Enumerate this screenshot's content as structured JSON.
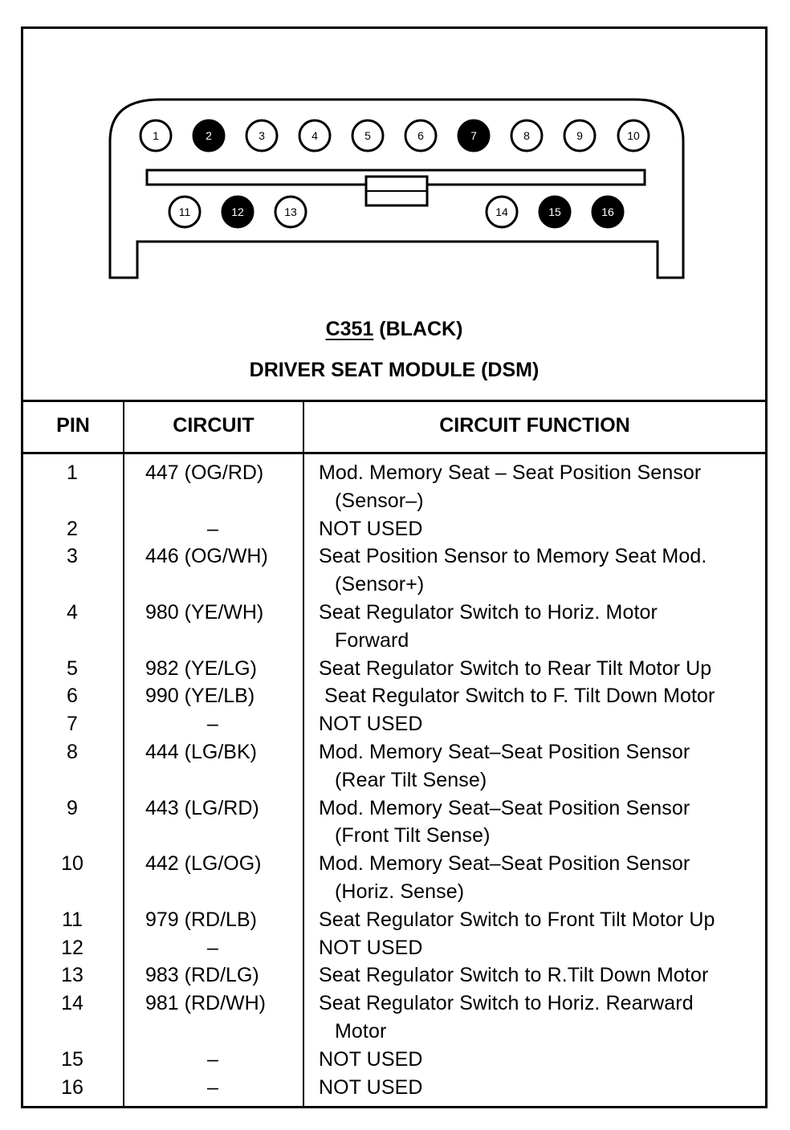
{
  "connector": {
    "name": "C351",
    "color_label": "(BLACK)",
    "module": "DRIVER SEAT MODULE (DSM)",
    "top_pins": [
      {
        "label": "1",
        "filled": false
      },
      {
        "label": "2",
        "filled": true
      },
      {
        "label": "3",
        "filled": false
      },
      {
        "label": "4",
        "filled": false
      },
      {
        "label": "5",
        "filled": false
      },
      {
        "label": "6",
        "filled": false
      },
      {
        "label": "7",
        "filled": true
      },
      {
        "label": "8",
        "filled": false
      },
      {
        "label": "9",
        "filled": false
      },
      {
        "label": "10",
        "filled": false
      }
    ],
    "bottom_pins": [
      {
        "label": "11",
        "filled": false
      },
      {
        "label": "12",
        "filled": true
      },
      {
        "label": "13",
        "filled": false
      },
      {
        "label": "14",
        "filled": false
      },
      {
        "label": "15",
        "filled": true
      },
      {
        "label": "16",
        "filled": true
      }
    ]
  },
  "table": {
    "headers": {
      "pin": "PIN",
      "circuit": "CIRCUIT",
      "function": "CIRCUIT FUNCTION"
    },
    "rows": [
      {
        "pin": "1",
        "circuit": "447 (OG/RD)",
        "function": [
          "Mod. Memory Seat – Seat Position Sensor",
          "(Sensor–)"
        ]
      },
      {
        "pin": "2",
        "circuit": "–",
        "function": [
          "NOT USED"
        ]
      },
      {
        "pin": "3",
        "circuit": "446 (OG/WH)",
        "function": [
          "Seat Position Sensor to Memory Seat Mod.",
          "(Sensor+)"
        ]
      },
      {
        "pin": "4",
        "circuit": "980 (YE/WH)",
        "function": [
          "Seat Regulator Switch to Horiz. Motor",
          "Forward"
        ]
      },
      {
        "pin": "5",
        "circuit": "982 (YE/LG)",
        "function": [
          "Seat Regulator Switch to Rear Tilt Motor Up"
        ]
      },
      {
        "pin": "6",
        "circuit": "990 (YE/LB)",
        "function": [
          " Seat Regulator Switch to F. Tilt Down Motor"
        ]
      },
      {
        "pin": "7",
        "circuit": "–",
        "function": [
          "NOT USED"
        ]
      },
      {
        "pin": "8",
        "circuit": "444 (LG/BK)",
        "function": [
          "Mod. Memory Seat–Seat Position Sensor",
          "(Rear Tilt Sense)"
        ]
      },
      {
        "pin": "9",
        "circuit": "443 (LG/RD)",
        "function": [
          "Mod. Memory Seat–Seat Position Sensor",
          "(Front Tilt Sense)"
        ]
      },
      {
        "pin": "10",
        "circuit": "442 (LG/OG)",
        "function": [
          "Mod. Memory Seat–Seat Position Sensor",
          "(Horiz. Sense)"
        ]
      },
      {
        "pin": "11",
        "circuit": "979 (RD/LB)",
        "function": [
          "Seat Regulator Switch to Front Tilt Motor Up"
        ]
      },
      {
        "pin": "12",
        "circuit": "–",
        "function": [
          "NOT USED"
        ]
      },
      {
        "pin": "13",
        "circuit": "983 (RD/LG)",
        "function": [
          "Seat Regulator Switch to R.Tilt Down Motor"
        ]
      },
      {
        "pin": "14",
        "circuit": "981 (RD/WH)",
        "function": [
          "Seat Regulator Switch to Horiz. Rearward",
          "Motor"
        ]
      },
      {
        "pin": "15",
        "circuit": "–",
        "function": [
          "NOT USED"
        ]
      },
      {
        "pin": "16",
        "circuit": "–",
        "function": [
          "NOT USED"
        ]
      }
    ]
  }
}
